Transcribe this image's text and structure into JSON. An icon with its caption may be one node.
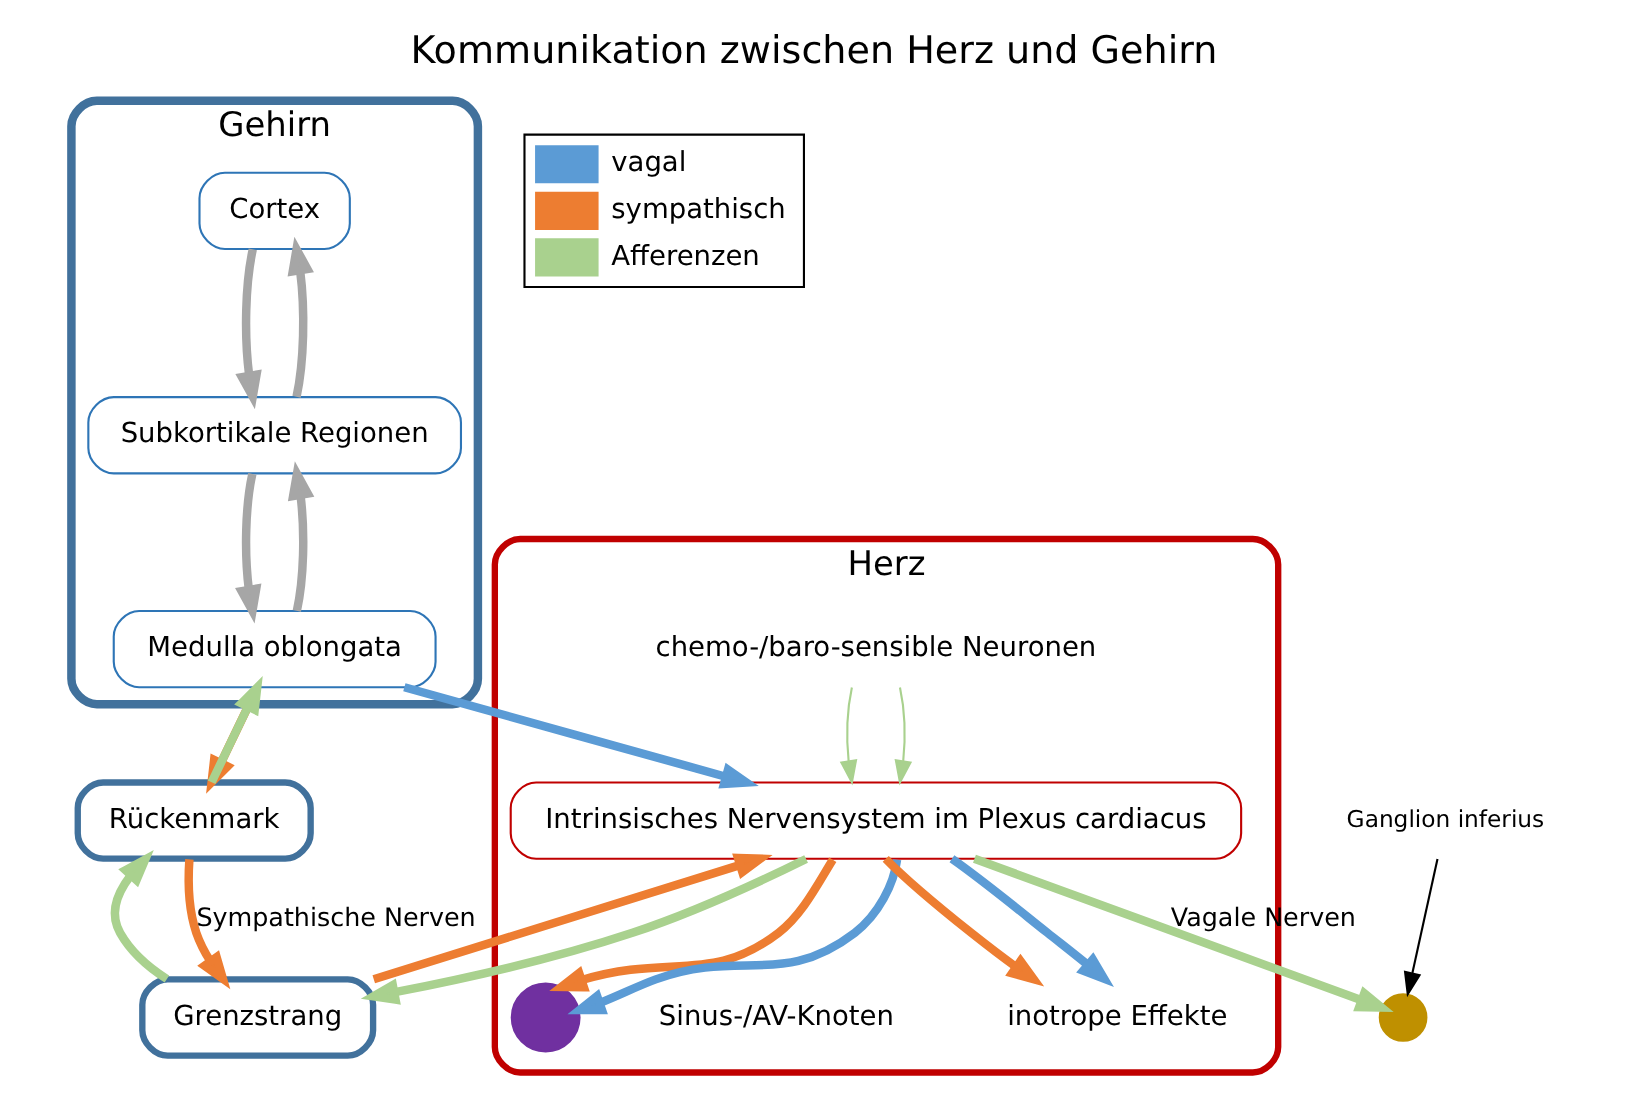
{
  "diagram": {
    "title": "Kommunikation zwischen Herz und Gehirn",
    "nodes": [
      {
        "text": [
          "Gehirn"
        ]
      },
      {
        "text": [
          "Cortex"
        ],
        "in": 0
      },
      {
        "text": [
          "Subkortikale Regionen"
        ],
        "in": 0
      },
      {
        "text": [
          "Medulla oblongata"
        ],
        "in": 0
      },
      {
        "text": [
          "Ganglion inferius"
        ]
      },
      {
        "text": [],
        "shape": "circle"
      },
      {
        "text": [
          "Herz"
        ]
      },
      {
        "text": [
          "Intrinsisches Nervensystem im Plexus cardiacus"
        ],
        "in": 6
      },
      {
        "text": [],
        "shape": "circle",
        "beside": [
          "Sinus-/AV-Knoten"
        ],
        "in": 6
      },
      {
        "text": [
          "inotrope Effekte"
        ],
        "in": 6
      },
      {
        "text": [
          "chemo-/baro-sensible Neuronen"
        ],
        "in": 6
      },
      {
        "text": [
          "Rückenmark"
        ]
      },
      {
        "text": [
          "Grenzstrang"
        ]
      }
    ],
    "edges": [
      {
        "from": 1,
        "to": 2,
        "arrow": "to",
        "color": "#a6a6a6"
      },
      {
        "from": 2,
        "to": 1,
        "arrow": "to",
        "color": "#a6a6a6"
      },
      {
        "from": 2,
        "to": 3,
        "arrow": "to",
        "color": "#a6a6a6"
      },
      {
        "from": 3,
        "to": 2,
        "arrow": "to",
        "color": "#a6a6a6"
      },
      {
        "from": 4,
        "to": 5,
        "arrow": "to",
        "color": "#000000"
      },
      {
        "from": 7,
        "to": 5,
        "arrow": "to",
        "label": "Vagale Nerven",
        "color": "#a9d18e"
      },
      {
        "from": 3,
        "to": 7,
        "arrow": "to",
        "color": "#5b9bd5"
      },
      {
        "from": 3,
        "to": 11,
        "arrow": "to",
        "color": "#ed7d31"
      },
      {
        "from": 11,
        "to": 3,
        "arrow": "to",
        "color": "#a9d18e"
      },
      {
        "from": 12,
        "to": 11,
        "arrow": "to",
        "color": "#a9d18e"
      },
      {
        "from": 11,
        "to": 12,
        "arrow": "to",
        "label": "Sympathische Nerven",
        "color": "#ed7d31"
      },
      {
        "from": 7,
        "to": 12,
        "arrow": "to",
        "color": "#a9d18e"
      },
      {
        "from": 12,
        "to": 7,
        "arrow": "to",
        "color": "#ed7d31"
      },
      {
        "from": 7,
        "to": 8,
        "arrow": "to",
        "color": "#ed7d31"
      },
      {
        "from": 7,
        "to": 8,
        "arrow": "to",
        "color": "#5b9bd5"
      },
      {
        "from": 10,
        "to": 7,
        "arrow": "to",
        "color": "#a9d18e"
      },
      {
        "from": 10,
        "to": 7,
        "arrow": "to",
        "color": "#a9d18e"
      },
      {
        "from": 7,
        "to": 9,
        "arrow": "to",
        "color": "#ed7d31"
      },
      {
        "from": 7,
        "to": 9,
        "arrow": "to",
        "color": "#5b9bd5"
      }
    ],
    "legend": [
      {
        "text": "vagal",
        "color": "#5b9bd5"
      },
      {
        "text": "sympathisch",
        "color": "#ed7d31"
      },
      {
        "text": "Afferenzen",
        "color": "#a9d18e"
      }
    ]
  }
}
